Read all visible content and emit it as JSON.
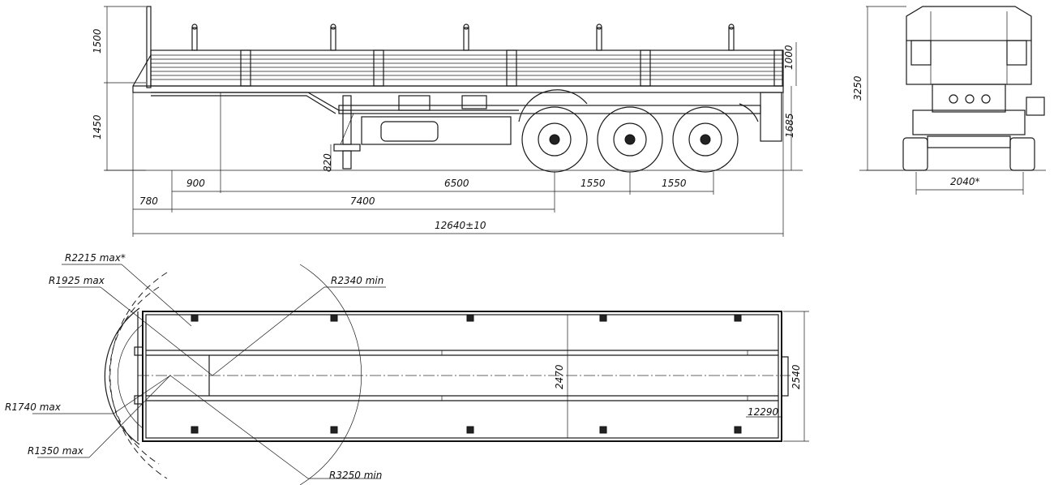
{
  "side_view": {
    "dims": {
      "rail_height": "1500",
      "deck_height": "1450",
      "leg_lift": "820",
      "board_height": "1000",
      "rear_height": "1685",
      "front_overhang": "780",
      "kingpin_to_leg": "900",
      "leg_to_axle": "6500",
      "kingpin_to_axle": "7400",
      "axle_spacing_1": "1550",
      "axle_spacing_2": "1550",
      "overall_length": "12640±10"
    }
  },
  "rear_view": {
    "dims": {
      "overall_height": "3250",
      "track_width": "2040*"
    }
  },
  "top_view": {
    "dims": {
      "platform_length": "12290",
      "inner_width": "2470",
      "overall_width": "2540"
    },
    "radii": {
      "r2215": "R2215 max*",
      "r1925": "R1925 max",
      "r2340": "R2340 min",
      "r1740": "R1740 max",
      "r1350": "R1350  max",
      "r3250": "R3250 min"
    }
  },
  "colors": {
    "line": "#1a1a1a",
    "background": "#ffffff"
  }
}
